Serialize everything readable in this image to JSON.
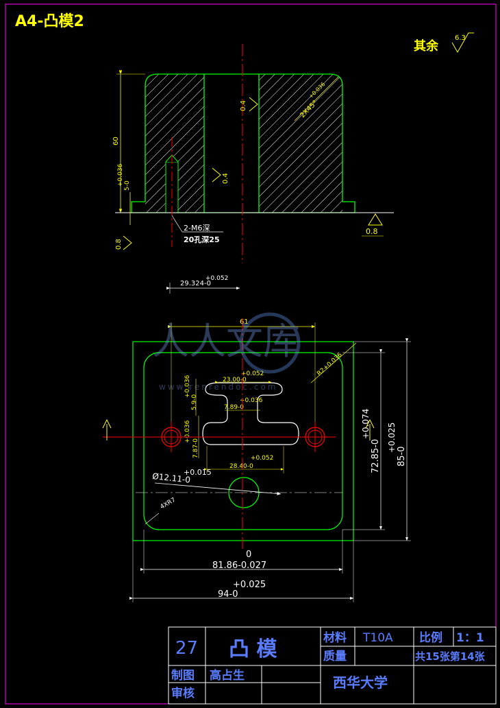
{
  "sheet": {
    "title": "A4-凸模2",
    "roughness_note_label": "其余",
    "roughness_note_value": "6.3"
  },
  "section_view": {
    "roughness_top": "0.4",
    "roughness_hole": "0.4",
    "roughness_left": "0.8",
    "roughness_base": "0.8",
    "chamfer": "2X45°",
    "chamfer_tol": "+0.036",
    "height": "60",
    "base_thickness": "5-0",
    "base_thickness_tol": "+0.036",
    "thread_note_line1": "2-M6深",
    "thread_note_line2": "20孔深25"
  },
  "plan_view": {
    "hole_offset": "29.324-0",
    "hole_offset_tol": "+0.052",
    "hole_spacing": "61",
    "radius_note": "R2+0.036",
    "slot_top_width": "23.00-0",
    "slot_top_width_tol": "+0.052",
    "slot_neck": "7.89-0",
    "slot_neck_tol": "+0.036",
    "slot_top_height": "5.9-0",
    "slot_top_height_tol": "+0.036",
    "slot_mid_height": "7.87-0",
    "slot_mid_height_tol": "+0.036",
    "slot_bottom_width": "28.40-0",
    "slot_bottom_width_tol": "+0.052",
    "inner_height": "72.85-0",
    "inner_height_tol": "+0.074",
    "outer_height": "85-0",
    "outer_height_tol": "+0.025",
    "bore_dia": "Ø12.11-0",
    "bore_dia_tol": "+0.015",
    "corner_radius": "4XR7",
    "inner_width": "81.86-0.027",
    "inner_width_upper": "0",
    "outer_width": "94-0",
    "outer_width_tol": "+0.025"
  },
  "watermark": {
    "text": "人人文库",
    "url": "www.renrendoc.com"
  },
  "title_block": {
    "drawing_no": "27",
    "part_name": "凸  模",
    "material_label": "材料",
    "material_value": "T10A",
    "scale_label": "比例",
    "scale_value": "1：1",
    "mass_label": "质量",
    "sheet_count": "共15张第14张",
    "drawn_label": "制图",
    "drawn_by": "高占生",
    "checked_label": "审核",
    "school": "西华大学"
  }
}
